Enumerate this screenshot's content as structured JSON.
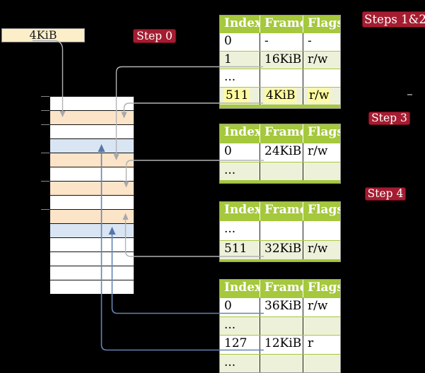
{
  "legend": {
    "label": "4KiB"
  },
  "labels": [
    {
      "id": "step0",
      "text": "Step 0"
    },
    {
      "id": "steps12",
      "text": "Steps 1&2"
    },
    {
      "id": "step3",
      "text": "Step 3"
    },
    {
      "id": "step4",
      "text": "Step 4"
    }
  ],
  "tables": [
    {
      "name": "page-table-steps-1-2",
      "headers": [
        "Index",
        "Frame",
        "Flags"
      ],
      "rows": [
        {
          "cells": [
            "0",
            "-",
            "-"
          ],
          "shaded": false,
          "highlight": false
        },
        {
          "cells": [
            "1",
            "16KiB",
            "r/w"
          ],
          "shaded": true,
          "highlight": false
        },
        {
          "cells": [
            "...",
            "",
            ""
          ],
          "shaded": false,
          "highlight": false
        },
        {
          "cells": [
            "511",
            "4KiB",
            "r/w"
          ],
          "shaded": true,
          "highlight": true
        }
      ]
    },
    {
      "name": "page-table-step-3",
      "headers": [
        "Index",
        "Frame",
        "Flags"
      ],
      "rows": [
        {
          "cells": [
            "0",
            "24KiB",
            "r/w"
          ],
          "shaded": false,
          "highlight": false
        },
        {
          "cells": [
            "...",
            "",
            ""
          ],
          "shaded": true,
          "highlight": false
        }
      ]
    },
    {
      "name": "page-table-step-4",
      "headers": [
        "Index",
        "Frame",
        "Flags"
      ],
      "rows": [
        {
          "cells": [
            "...",
            "",
            ""
          ],
          "shaded": false,
          "highlight": false
        },
        {
          "cells": [
            "511",
            "32KiB",
            "r/w"
          ],
          "shaded": true,
          "highlight": false
        }
      ]
    },
    {
      "name": "page-table-final",
      "headers": [
        "Index",
        "Frame",
        "Flags"
      ],
      "rows": [
        {
          "cells": [
            "0",
            "36KiB",
            "r/w"
          ],
          "shaded": false,
          "highlight": false
        },
        {
          "cells": [
            "...",
            "",
            ""
          ],
          "shaded": true,
          "highlight": false
        },
        {
          "cells": [
            "127",
            "12KiB",
            "r"
          ],
          "shaded": false,
          "highlight": false
        },
        {
          "cells": [
            "...",
            "",
            ""
          ],
          "shaded": true,
          "highlight": false
        }
      ]
    }
  ],
  "memory": {
    "rows": [
      "white",
      "peach",
      "white",
      "blue",
      "peach",
      "white",
      "peach",
      "white",
      "peach",
      "blue",
      "white",
      "white",
      "white",
      "white"
    ]
  },
  "colors": {
    "table_header_green": "#a5c83c",
    "table_row_green": "#eef1da",
    "memory_peach": "#fce4c9",
    "memory_blue": "#d9e5f3",
    "legend_cream": "#fbeec9",
    "step_label_red": "#a51c30",
    "highlight_yellow": "#fdfaa0",
    "connector_gray": "#b2b2b2",
    "connector_blue": "#6583b2"
  }
}
